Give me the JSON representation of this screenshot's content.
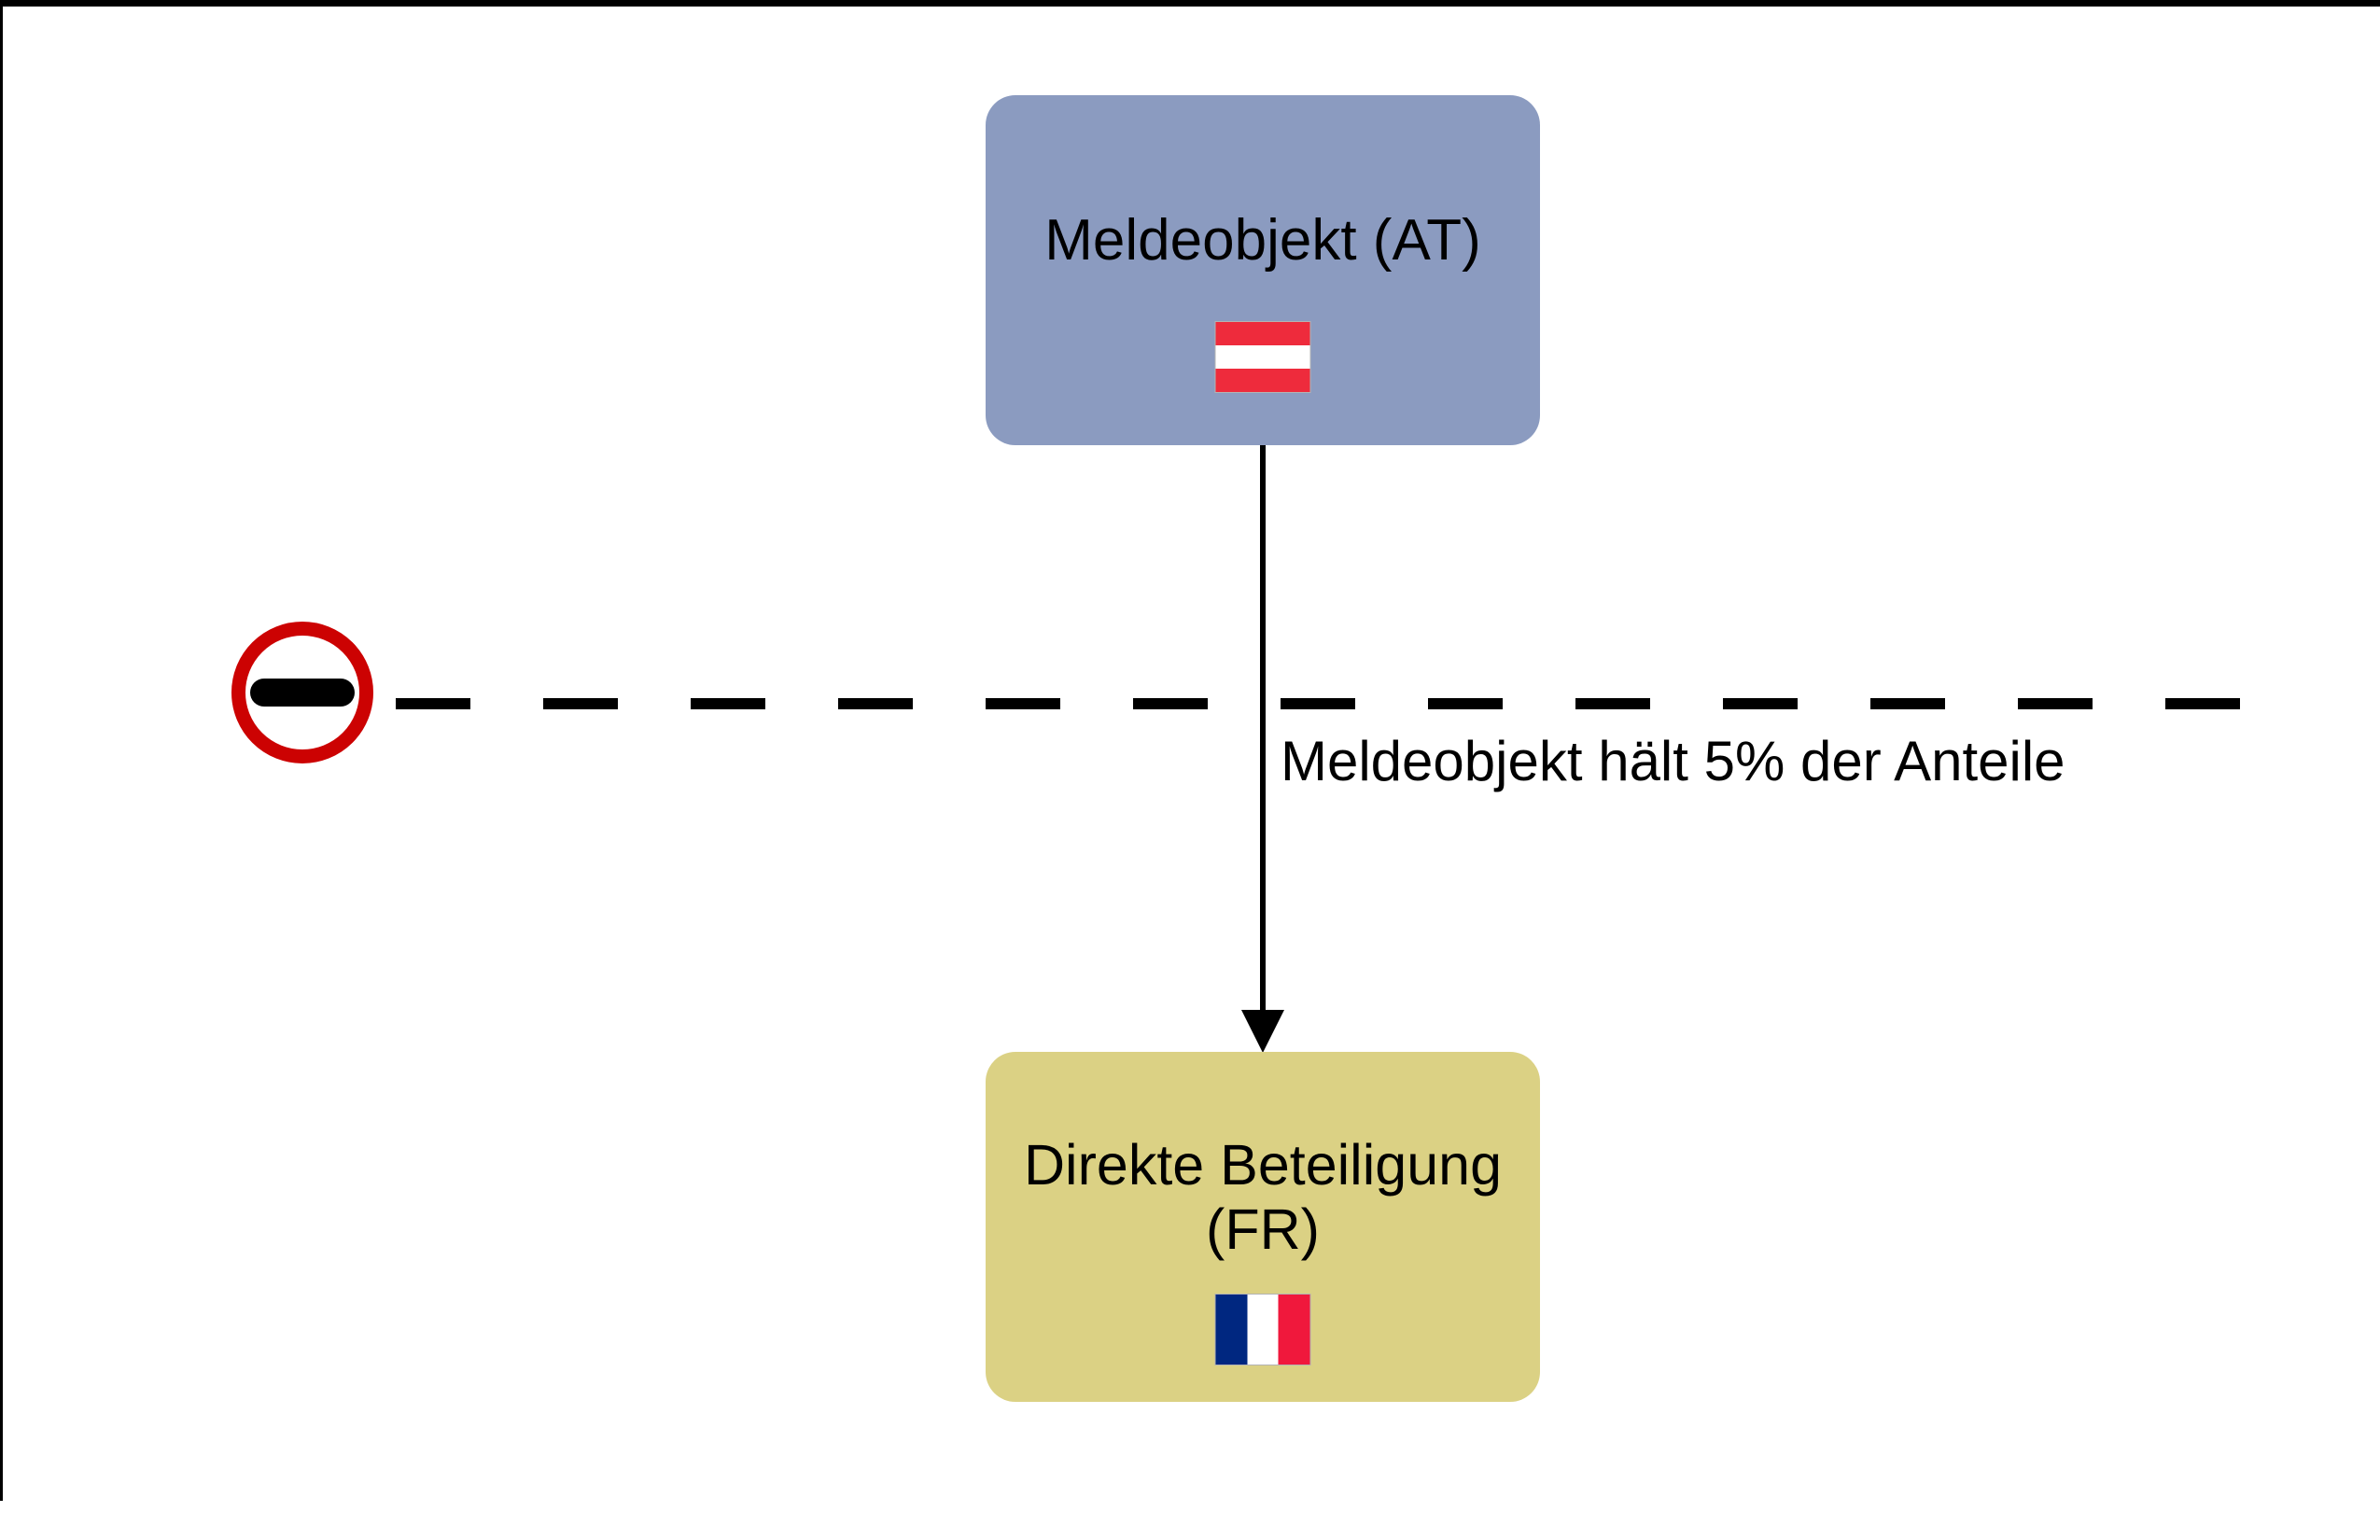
{
  "colors": {
    "background": "#FFFFFF",
    "frame_border": "#000000",
    "text": "#000000",
    "node_at_fill": "#8B9BC0",
    "node_fr_fill": "#DBD184",
    "edge": "#000000",
    "dashed_line": "#000000",
    "no_entry_ring": "#CC0202",
    "no_entry_bar": "#000000",
    "flag_at_red": "#EE2B3C",
    "flag_white": "#FFFFFF",
    "flag_fr_blue": "#002780",
    "flag_fr_red": "#F0183C",
    "flag_border": "#B3B3B3"
  },
  "nodes": {
    "meldeobjekt": {
      "label": "Meldeobjekt (AT)",
      "country": "AT",
      "flag": "austria-flag"
    },
    "beteiligung": {
      "label_line1": "Direkte Beteiligung",
      "label_line2": "(FR)",
      "country": "FR",
      "flag": "france-flag"
    }
  },
  "edge": {
    "from": "meldeobjekt",
    "to": "beteiligung",
    "label": "Meldeobjekt hält 5% der Anteile",
    "style": "solid-arrow-down"
  },
  "threshold_marker": {
    "icon": "minus-circle-icon",
    "line_style": "dashed-horizontal"
  }
}
